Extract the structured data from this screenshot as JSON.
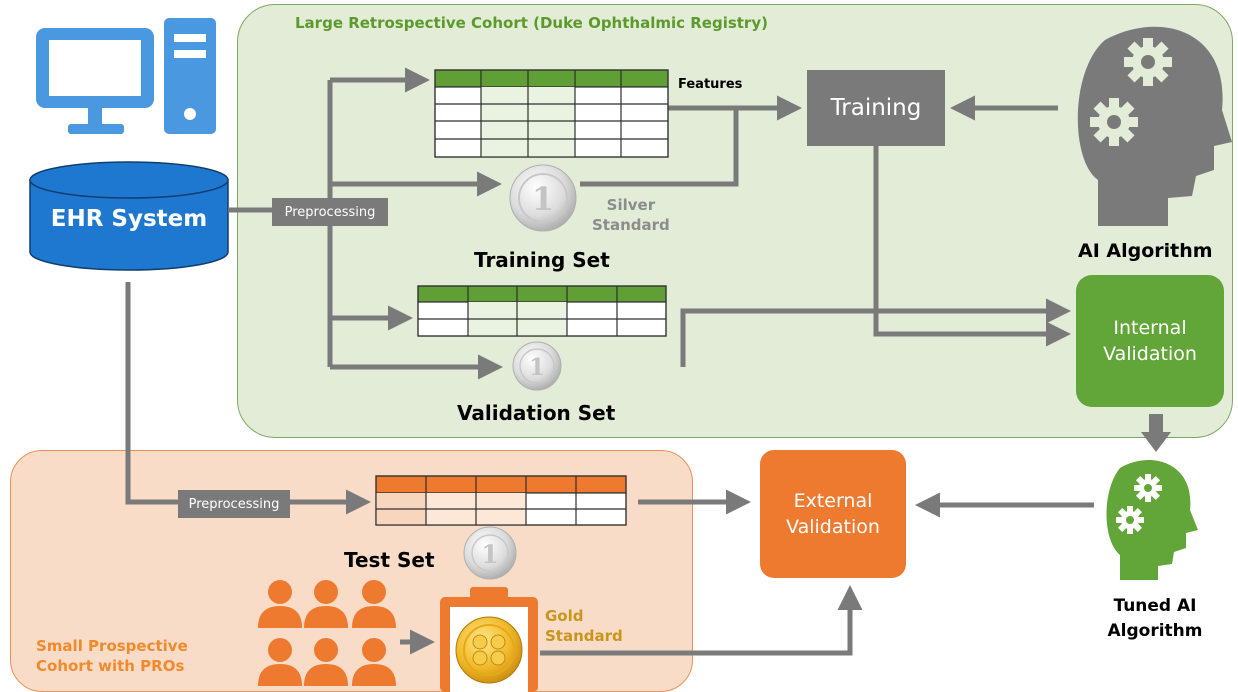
{
  "green_cohort": {
    "title": "Large Retrospective Cohort (Duke Ophthalmic Registry)"
  },
  "orange_cohort": {
    "title_line1": "Small Prospective",
    "title_line2": "Cohort with PROs"
  },
  "ehr": {
    "label": "EHR System"
  },
  "preprocessing": {
    "label": "Preprocessing"
  },
  "training_set": {
    "label": "Training Set",
    "features_label": "Features",
    "silver_line1": "Silver",
    "silver_line2": "Standard"
  },
  "validation_set": {
    "label": "Validation Set"
  },
  "test_set": {
    "label": "Test Set",
    "gold_line1": "Gold",
    "gold_line2": "Standard"
  },
  "training": {
    "label": "Training"
  },
  "ai_algorithm": {
    "label": "AI Algorithm"
  },
  "internal_validation": {
    "line1": "Internal",
    "line2": "Validation"
  },
  "external_validation": {
    "line1": "External",
    "line2": "Validation"
  },
  "tuned_ai": {
    "line1": "Tuned AI",
    "line2": "Algorithm"
  },
  "coin_label": "1",
  "icons": [
    "computer-icon",
    "head-gears-icon",
    "people-icon",
    "clipboard-icon",
    "coin-icon",
    "gold-coin-icon"
  ],
  "colors": {
    "green": "#62a63a",
    "orange": "#ee7a2f",
    "gray": "#7a7a7a",
    "blue": "#1e78d0",
    "computer_blue": "#4a98df",
    "green_panel": "#e2ecd7",
    "orange_panel": "#f9dcc7"
  }
}
